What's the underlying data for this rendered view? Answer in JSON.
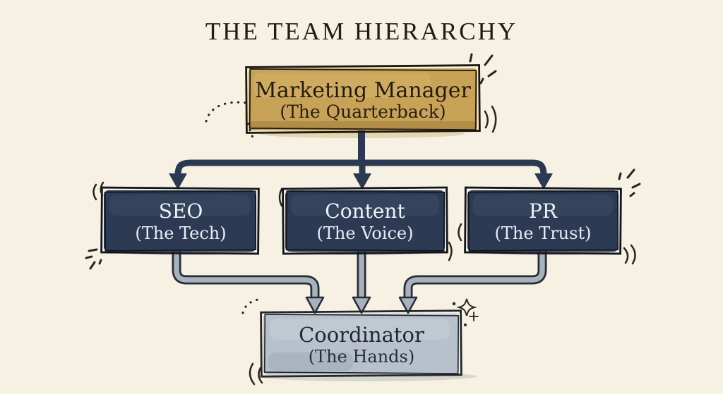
{
  "title": "THE TEAM HIERARCHY",
  "colors": {
    "background": "#f6f1e3",
    "ink": "#2a241c",
    "gold": "#c7a257",
    "navy": "#2c3b53",
    "steel": "#b7c0cb",
    "connector_navy": "#2b3a52",
    "connector_gray": "#a9b1bb"
  },
  "nodes": [
    {
      "id": "marketing-manager",
      "title": "Marketing Manager",
      "subtitle": "(The Quarterback)",
      "role_color": "#c7a257"
    },
    {
      "id": "seo",
      "title": "SEO",
      "subtitle": "(The Tech)",
      "role_color": "#2c3b53"
    },
    {
      "id": "content",
      "title": "Content",
      "subtitle": "(The Voice)",
      "role_color": "#2c3b53"
    },
    {
      "id": "pr",
      "title": "PR",
      "subtitle": "(The Trust)",
      "role_color": "#2c3b53"
    },
    {
      "id": "coordinator",
      "title": "Coordinator",
      "subtitle": "(The Hands)",
      "role_color": "#b7c0cb"
    }
  ],
  "edges": [
    {
      "from": "marketing-manager",
      "to": "seo"
    },
    {
      "from": "marketing-manager",
      "to": "content"
    },
    {
      "from": "marketing-manager",
      "to": "pr"
    },
    {
      "from": "seo",
      "to": "coordinator"
    },
    {
      "from": "content",
      "to": "coordinator"
    },
    {
      "from": "pr",
      "to": "coordinator"
    }
  ]
}
